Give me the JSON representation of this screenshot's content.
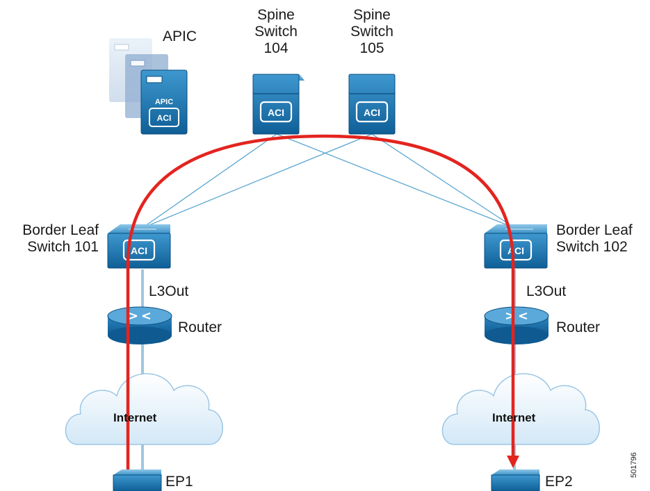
{
  "diagram": {
    "apic": {
      "label": "APIC",
      "chassis_text": "APIC",
      "logo_text": "ACI"
    },
    "spines": [
      {
        "line1": "Spine",
        "line2": "Switch",
        "line3": "104",
        "logo_text": "ACI"
      },
      {
        "line1": "Spine",
        "line2": "Switch",
        "line3": "105",
        "logo_text": "ACI"
      }
    ],
    "border_leafs": [
      {
        "line1": "Border Leaf",
        "line2": "Switch 101",
        "logo_text": "ACI"
      },
      {
        "line1": "Border Leaf",
        "line2": "Switch 102",
        "logo_text": "ACI"
      }
    ],
    "l3out_label": "L3Out",
    "router_label": "Router",
    "internet_label": "Internet",
    "endpoints": [
      "EP1",
      "EP2"
    ],
    "figure_id": "501796",
    "colors": {
      "switch_blue": "#1f78b4",
      "link_line": "#5aa6cf",
      "path_red": "#e3241f",
      "cloud_fill": "#e4f1fb"
    }
  }
}
